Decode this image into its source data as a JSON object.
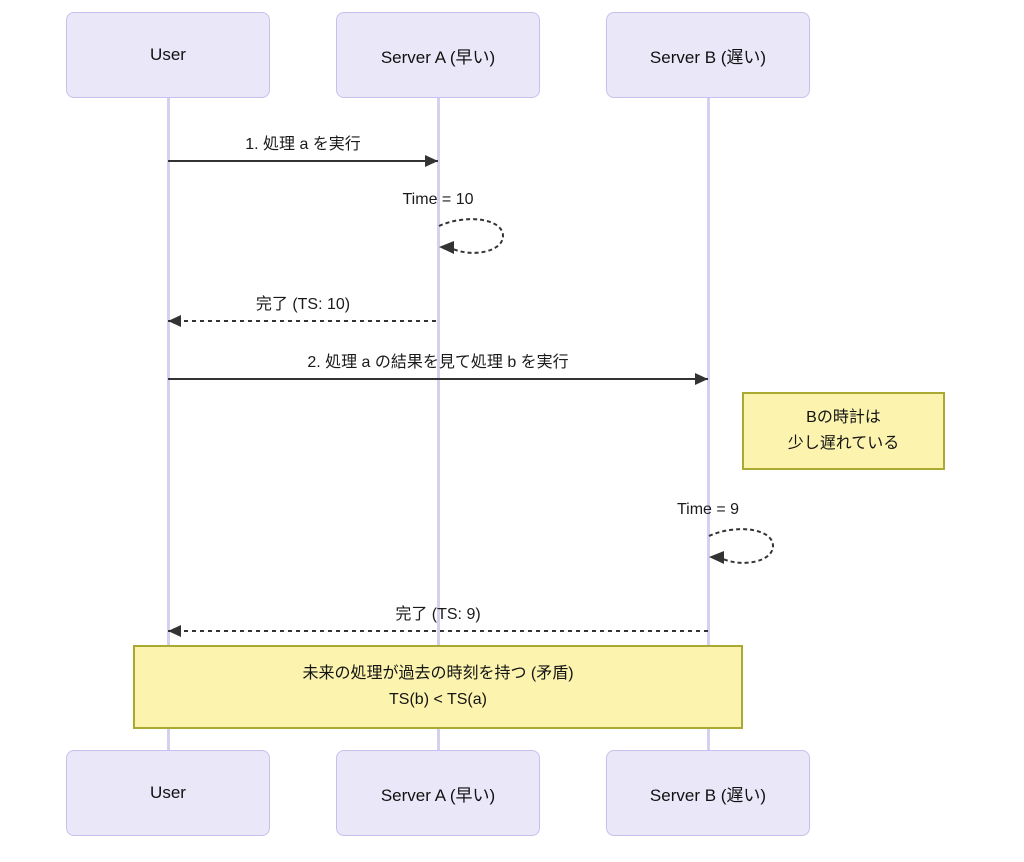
{
  "colors": {
    "background": "#ffffff",
    "actor_fill": "#e9e7f8",
    "actor_border": "#c6c1ec",
    "lifeline": "#d6d0f0",
    "note_fill": "#fbf3ae",
    "note_border": "#aaaa33",
    "line": "#333333",
    "text": "#1a1a1a"
  },
  "actors": [
    {
      "id": "user",
      "label": "User"
    },
    {
      "id": "server-a",
      "label": "Server A (早い)"
    },
    {
      "id": "server-b",
      "label": "Server B (遅い)"
    }
  ],
  "messages": [
    {
      "seq": 1,
      "from": "User",
      "to": "Server A (早い)",
      "style": "solid",
      "label": "1. 処理 a を実行"
    },
    {
      "seq": 2,
      "self": "Server A (早い)",
      "style": "dashed-self-loop",
      "label": "Time = 10"
    },
    {
      "seq": 3,
      "from": "Server A (早い)",
      "to": "User",
      "style": "dashed",
      "label": "完了 (TS: 10)"
    },
    {
      "seq": 4,
      "from": "User",
      "to": "Server B (遅い)",
      "style": "solid",
      "label": "2. 処理 a の結果を見て処理 b を実行"
    },
    {
      "seq": 5,
      "self": "Server B (遅い)",
      "style": "dashed-self-loop",
      "label": "Time = 9"
    },
    {
      "seq": 6,
      "from": "Server B (遅い)",
      "to": "User",
      "style": "dashed",
      "label": "完了 (TS: 9)"
    }
  ],
  "notes": [
    {
      "position": "right of Server B (遅い)",
      "line1": "Bの時計は",
      "line2": "少し遅れている"
    },
    {
      "position": "over User and Server B (遅い)",
      "line1": "未来の処理が過去の時刻を持つ (矛盾)",
      "line2": "TS(b) < TS(a)"
    }
  ]
}
